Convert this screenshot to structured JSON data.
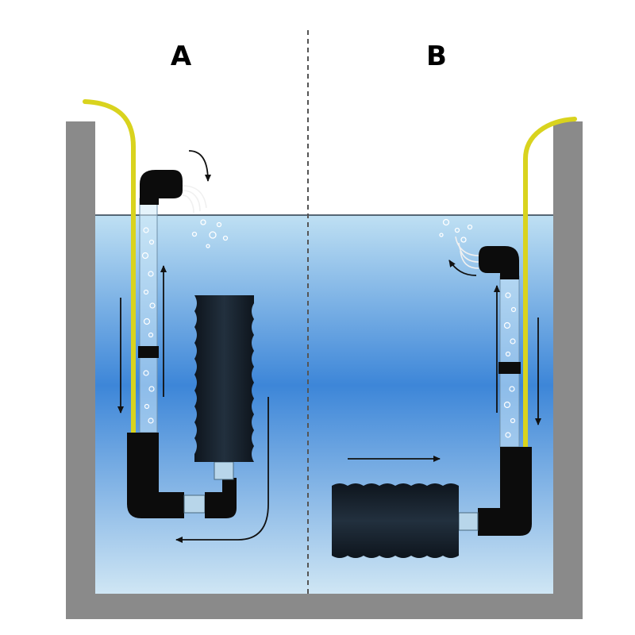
{
  "panels": {
    "a": {
      "label": "A"
    },
    "b": {
      "label": "B"
    }
  },
  "colors": {
    "water_top": "#bfe0f3",
    "water_mid": "#3d86d8",
    "water_bottom": "#cfe6f4",
    "tank_wall": "#8a8a8a",
    "airline": "#d9d31e",
    "filter": "#17202b",
    "fitting": "#0c0c0c",
    "arrow": "#111111",
    "divider": "#555555"
  },
  "icons": {
    "sponge_filter": "sponge-cylinder",
    "elbow_fitting": "elbow-pipe",
    "flow_arrow": "arrow"
  }
}
